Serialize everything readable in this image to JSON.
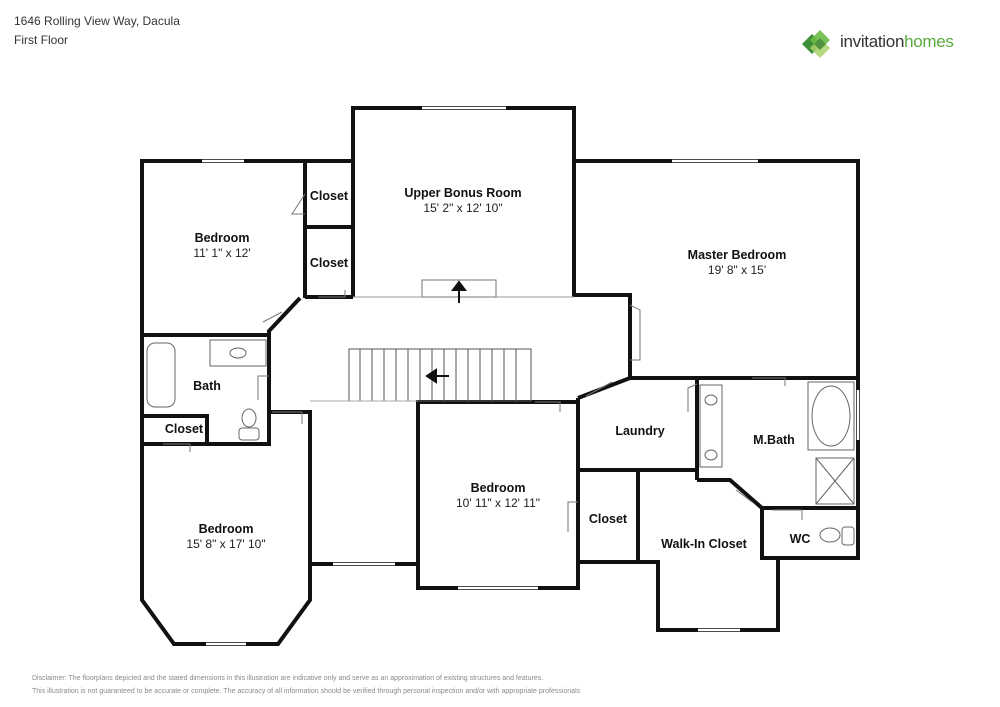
{
  "header": {
    "address": "1646 Rolling View Way, Dacula",
    "floor": "First Floor"
  },
  "logo": {
    "word1": "invitation",
    "word2": "homes",
    "icon": "invitation-homes-logo-icon",
    "colors": {
      "green_dark": "#3f8f3a",
      "green_mid": "#6cbb45",
      "green_light": "#a9d46a",
      "gray": "#333333"
    }
  },
  "rooms": {
    "upper_bonus": {
      "name": "Upper Bonus Room",
      "dims": "15' 2\" x 12' 10\""
    },
    "master_bedroom": {
      "name": "Master Bedroom",
      "dims": "19' 8\" x 15'"
    },
    "bedroom_nw": {
      "name": "Bedroom",
      "dims": "11' 1\" x 12'"
    },
    "closet_1": {
      "name": "Closet"
    },
    "closet_2": {
      "name": "Closet"
    },
    "bath": {
      "name": "Bath"
    },
    "closet_bath": {
      "name": "Closet"
    },
    "bedroom_sw": {
      "name": "Bedroom",
      "dims": "15' 8\" x 17' 10\""
    },
    "bedroom_center": {
      "name": "Bedroom",
      "dims": "10' 11\" x 12' 11\""
    },
    "laundry": {
      "name": "Laundry"
    },
    "m_bath": {
      "name": "M.Bath"
    },
    "closet_center": {
      "name": "Closet"
    },
    "walk_in_closet": {
      "name": "Walk-In Closet"
    },
    "wc": {
      "name": "WC"
    }
  },
  "disclaimer": {
    "line1": "Disclaimer: The floorplans depicted and the stated dimensions in this illustration are indicative only and serve as an approximation of existing structures and features.",
    "line2": "This illustration is not guaranteed to be accurate or complete. The accuracy of all information should be verified through personal inspection and/or with appropriate professionals"
  },
  "colors": {
    "wall": "#111111",
    "window": "#ffffff",
    "fixture": "#666666"
  }
}
